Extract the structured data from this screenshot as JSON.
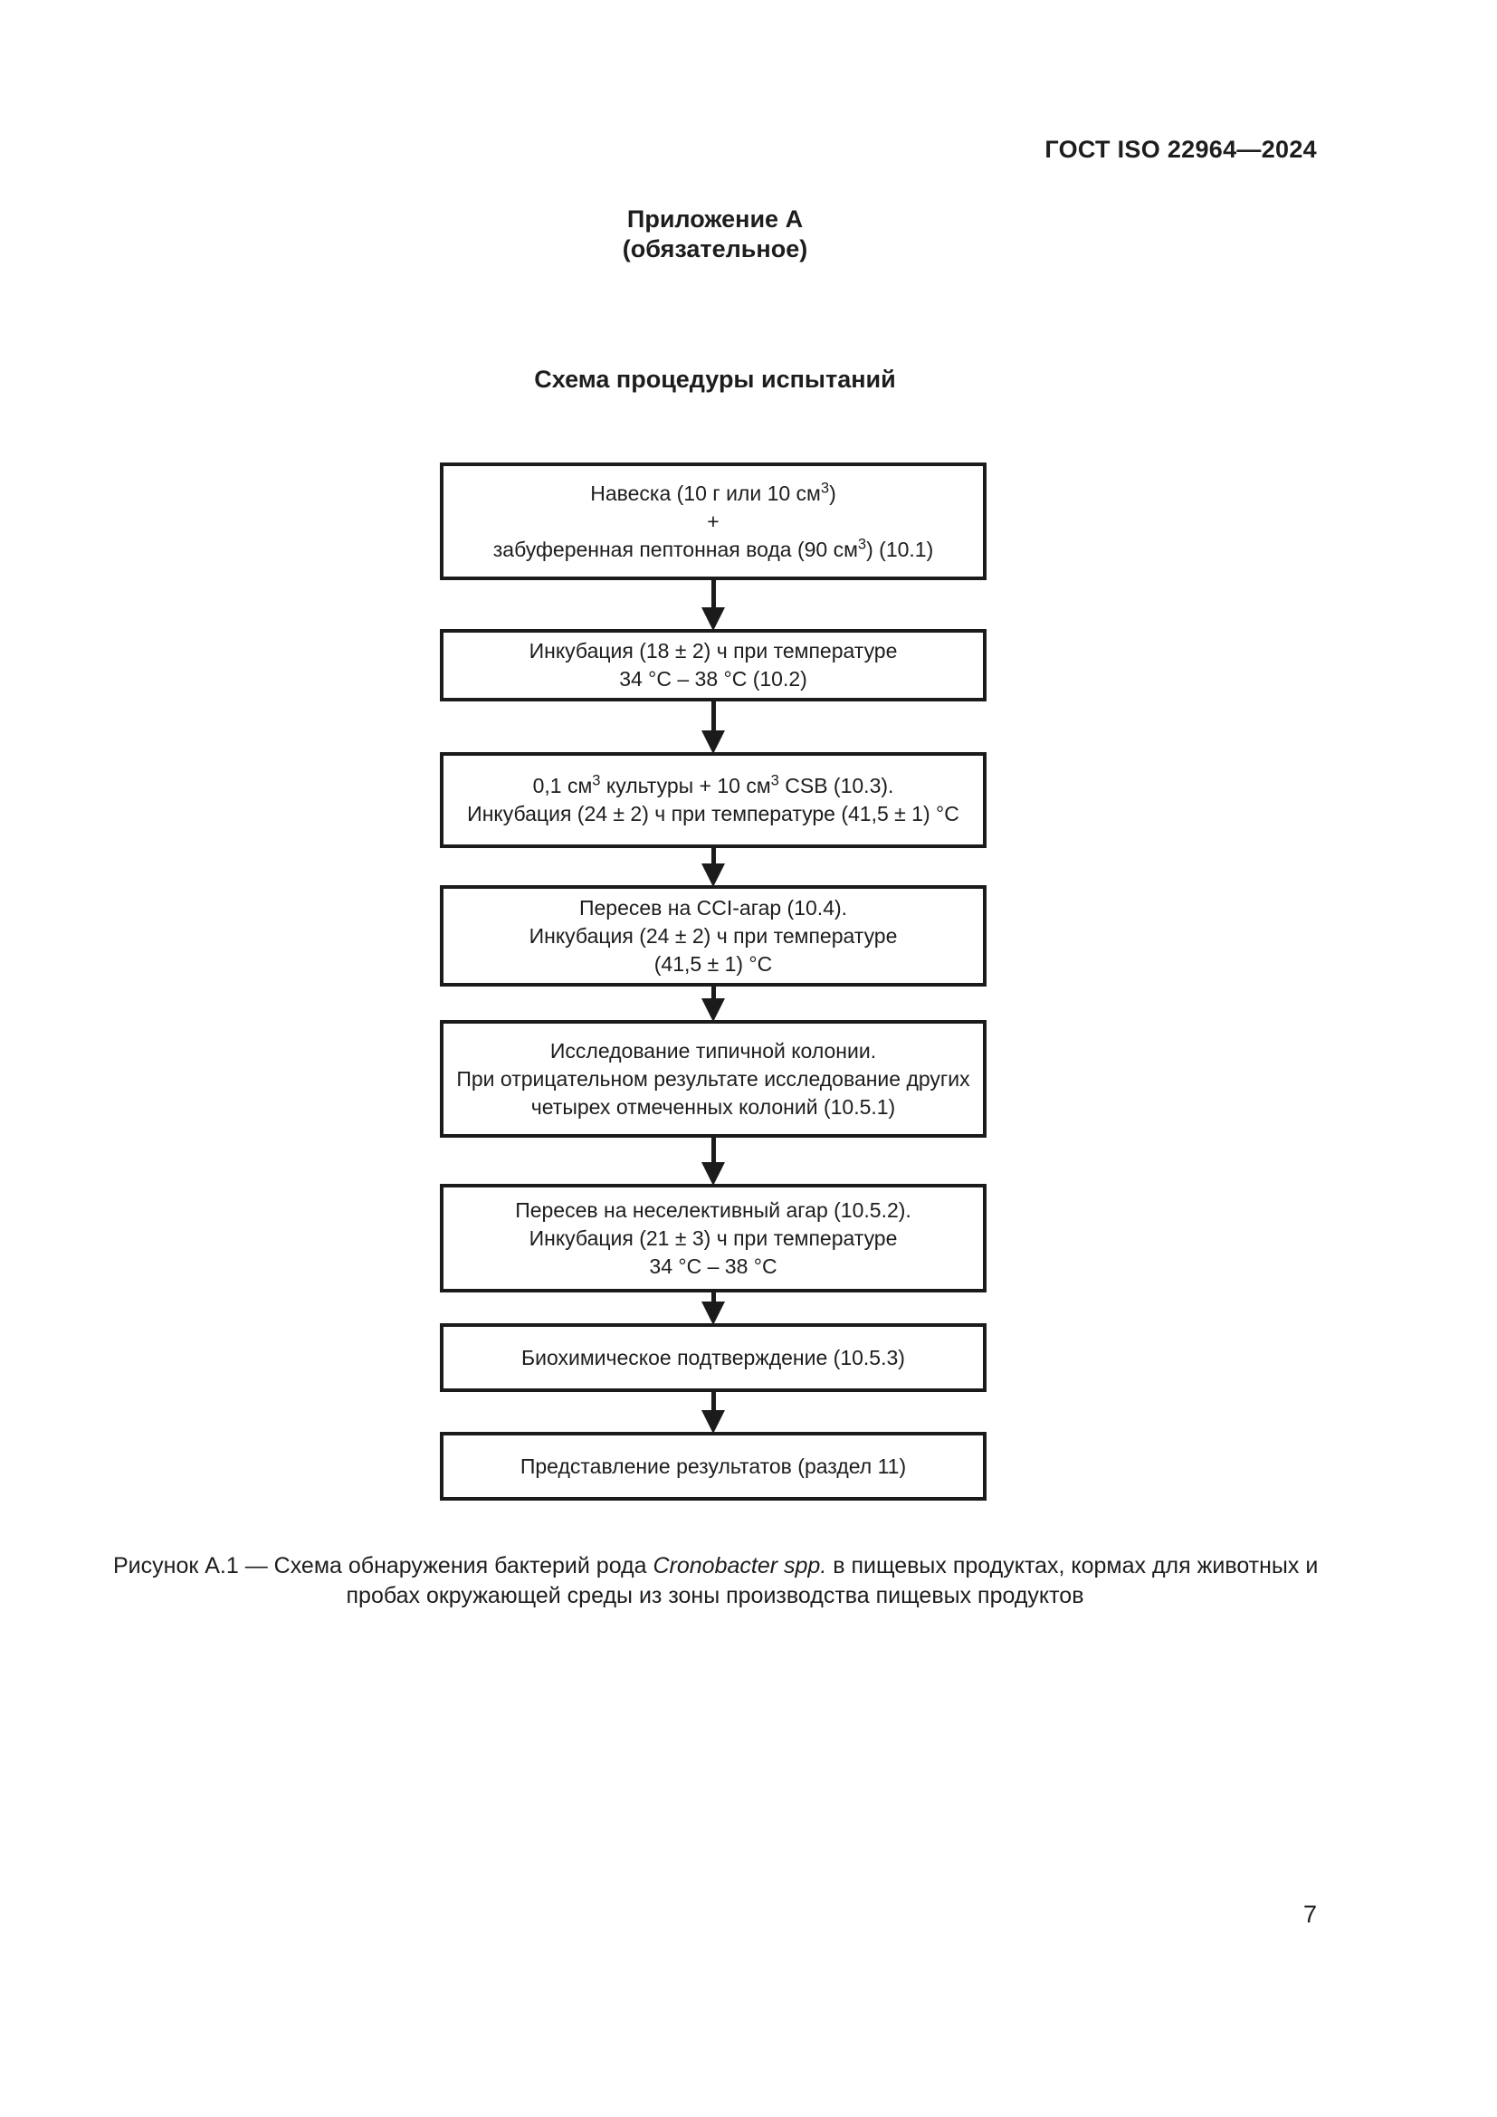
{
  "header": "ГОСТ ISO 22964—2024",
  "appendix": {
    "title": "Приложение А",
    "subtitle": "(обязательное)"
  },
  "section_title": "Схема процедуры испытаний",
  "flowchart": {
    "boxes": [
      {
        "lines": [
          [
            {
              "t": "Навеска (10 г или 10 см"
            },
            {
              "t": "3",
              "sup": true
            },
            {
              "t": ")"
            }
          ],
          [
            {
              "t": "+"
            }
          ],
          [
            {
              "t": "забуференная пептонная вода (90 см"
            },
            {
              "t": "3",
              "sup": true
            },
            {
              "t": ") (10.1)"
            }
          ]
        ]
      },
      {
        "lines": [
          [
            {
              "t": "Инкубация (18 ± 2) ч при температуре"
            }
          ],
          [
            {
              "t": "34 °C – 38 °C (10.2)"
            }
          ]
        ]
      },
      {
        "lines": [
          [
            {
              "t": "0,1 см"
            },
            {
              "t": "3",
              "sup": true
            },
            {
              "t": " культуры + 10 см"
            },
            {
              "t": "3",
              "sup": true
            },
            {
              "t": " CSB (10.3)."
            }
          ],
          [
            {
              "t": "Инкубация (24 ± 2) ч при температуре (41,5 ± 1) °C"
            }
          ]
        ]
      },
      {
        "lines": [
          [
            {
              "t": "Пересев на CCI-агар (10.4)."
            }
          ],
          [
            {
              "t": "Инкубация (24 ± 2) ч при температуре"
            }
          ],
          [
            {
              "t": "(41,5 ± 1) °C"
            }
          ]
        ]
      },
      {
        "lines": [
          [
            {
              "t": "Исследование типичной колонии."
            }
          ],
          [
            {
              "t": "При отрицательном результате исследование других"
            }
          ],
          [
            {
              "t": "четырех отмеченных колоний (10.5.1)"
            }
          ]
        ]
      },
      {
        "lines": [
          [
            {
              "t": "Пересев на неселективный агар (10.5.2)."
            }
          ],
          [
            {
              "t": "Инкубация (21 ± 3) ч при температуре"
            }
          ],
          [
            {
              "t": "34 °C – 38 °C"
            }
          ]
        ]
      },
      {
        "lines": [
          [
            {
              "t": "Биохимическое подтверждение (10.5.3)"
            }
          ]
        ]
      },
      {
        "lines": [
          [
            {
              "t": "Представление результатов (раздел 11)"
            }
          ]
        ]
      }
    ]
  },
  "caption": {
    "lines": [
      [
        {
          "t": "Рисунок А.1 — Схема обнаружения бактерий рода "
        },
        {
          "t": "Cronobacter spp.",
          "i": true
        },
        {
          "t": " в пищевых продуктах, кормах для животных и"
        }
      ],
      [
        {
          "t": "пробах окружающей среды из зоны производства пищевых продуктов"
        }
      ]
    ]
  },
  "page_number": "7"
}
